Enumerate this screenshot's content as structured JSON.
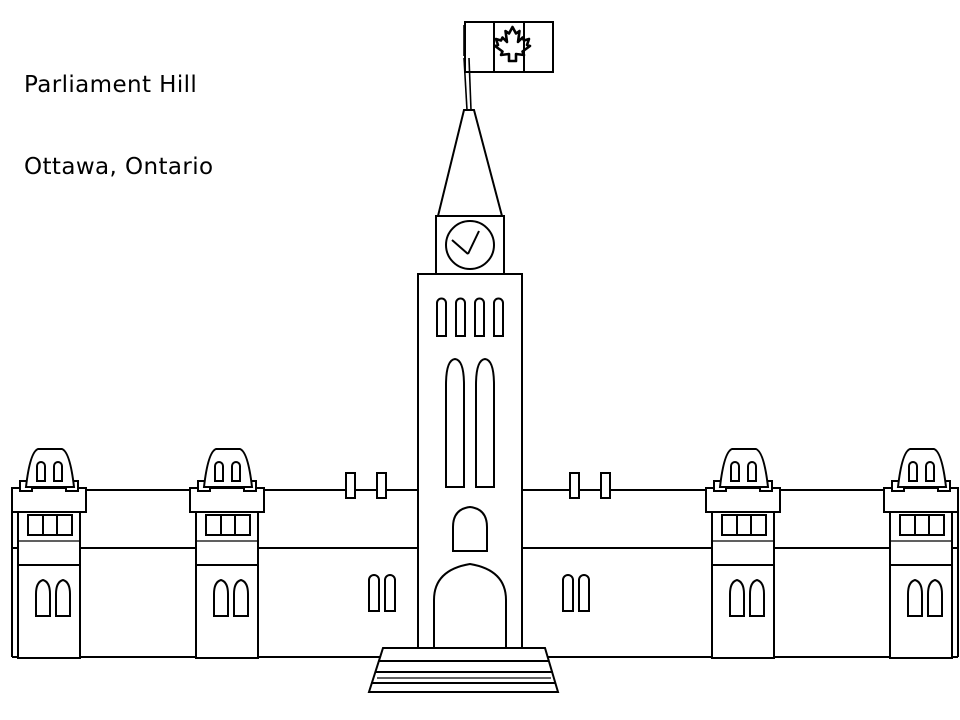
{
  "caption": {
    "line1": "Parliament Hill",
    "line2": "Ottawa, Ontario"
  },
  "illustration": {
    "title": "Parliament Hill Centre Block line drawing",
    "style": "black outline coloring page on white background",
    "stroke_color": "#000000",
    "background_color": "#ffffff",
    "elements": {
      "flag": {
        "name": "Canadian flag",
        "panels": 3,
        "emblem": "maple-leaf",
        "outline_only": true
      },
      "flagpole": {
        "name": "flagpole"
      },
      "spire": {
        "name": "peace-tower-spire"
      },
      "clock": {
        "name": "peace-tower-clock",
        "face": "circle",
        "hands": 2
      },
      "tower_windows_upper": {
        "count": 4,
        "shape": "narrow-arch"
      },
      "tower_windows_tall": {
        "count": 2,
        "shape": "tall-pointed-arch"
      },
      "tower_window_mid": {
        "count": 1,
        "shape": "pointed-arch"
      },
      "tower_doorway": {
        "count": 1,
        "shape": "gothic-arch"
      },
      "steps": {
        "count": 4,
        "shape": "trapezoid"
      },
      "side_towers": {
        "count": 4,
        "roof": "mansard",
        "dormers_each": 2,
        "window_panes_each": 3,
        "arch_windows_each": 2
      },
      "wing_roof_windows": {
        "count": 4,
        "shape": "rectangle"
      },
      "wing_lower_windows": {
        "count": 4,
        "shape": "round-top"
      }
    }
  }
}
